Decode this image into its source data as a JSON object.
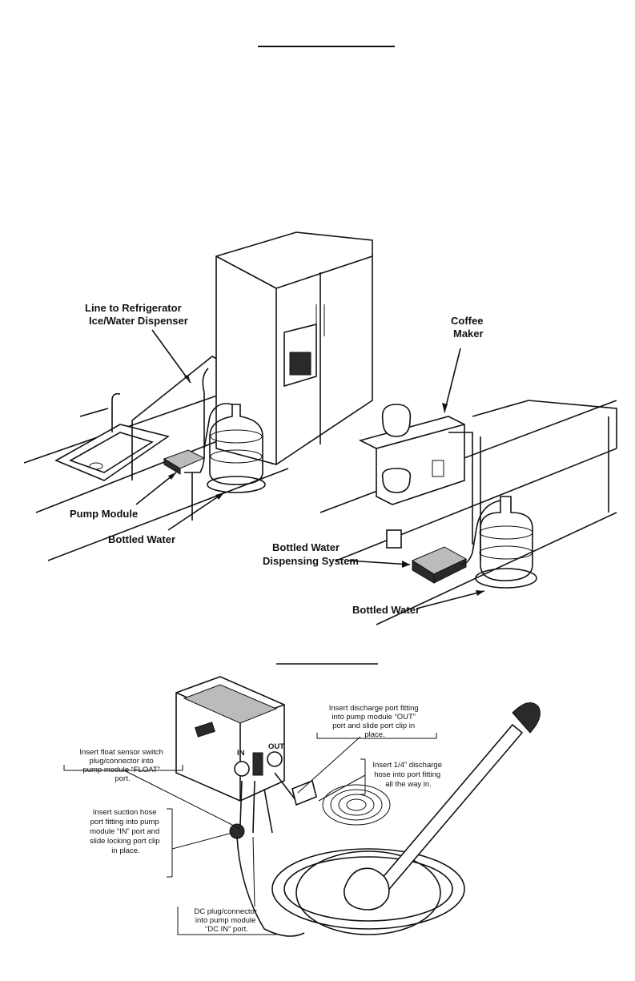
{
  "kitchen_labels": {
    "line_to_fridge": [
      "Line to Refrigerator",
      "Ice/Water Dispenser"
    ],
    "pump_module": "Pump Module",
    "bottled_water_left": "Bottled Water",
    "coffee_maker": [
      "Coffee",
      "Maker"
    ],
    "dispensing_system": [
      "Bottled Water",
      "Dispensing System"
    ],
    "bottled_water_right": "Bottled Water"
  },
  "pump_labels": {
    "discharge_port": [
      "Insert discharge port fitting",
      "into pump module “OUT”",
      "port and slide port clip in",
      "place."
    ],
    "discharge_hose": [
      "Insert 1/4” discharge",
      "hose into port fitting",
      "all the way in."
    ],
    "float_sensor": [
      "Insert float sensor switch",
      "plug/connector into",
      "pump module “FLOAT”",
      "port."
    ],
    "suction_hose": [
      "Insert suction hose",
      "port fitting into pump",
      "module “IN” port and",
      "slide locking port clip",
      "in place."
    ],
    "dc_plug": [
      "DC plug/connector",
      "into pump module",
      "“DC IN” port."
    ],
    "port_in": "IN",
    "port_out": "OUT"
  }
}
